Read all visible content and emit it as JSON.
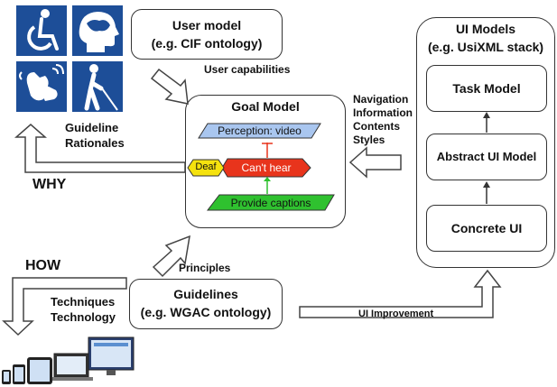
{
  "accessibility_icons": [
    "wheelchair-icon",
    "head-cognition-icon",
    "sign-language-icon",
    "blind-person-cane-icon"
  ],
  "user_model": {
    "line1": "User model",
    "line2": "(e.g. CIF ontology)"
  },
  "user_capabilities": "User capabilities",
  "guideline_rationales": {
    "line1": "Guideline",
    "line2": "Rationales"
  },
  "why": "WHY",
  "how": "HOW",
  "techniques": {
    "line1": "Techniques",
    "line2": "Technology"
  },
  "principles": "Principles",
  "guidelines": {
    "line1": "Guidelines",
    "line2": "(e.g. WGAC ontology)"
  },
  "ui_improvement": "UI Improvement",
  "goal_model": {
    "title": "Goal Model",
    "perception": "Perception: video",
    "deaf": "Deaf",
    "cant_hear": "Can't hear",
    "provide_captions": "Provide captions"
  },
  "navigation": [
    "Navigation",
    "Information",
    "Contents",
    "Styles"
  ],
  "ui_models": {
    "title1": "UI Models",
    "title2": "(e.g. UsiXML stack)",
    "task": "Task Model",
    "abstract": "Abstract UI Model",
    "concrete": "Concrete UI"
  },
  "colors": {
    "icon_blue": "#1d4e98",
    "perception_fill": "#a9c6ef",
    "cant_hear_fill": "#e8341c",
    "deaf_fill": "#f5e20e",
    "captions_fill": "#2fc12f"
  }
}
